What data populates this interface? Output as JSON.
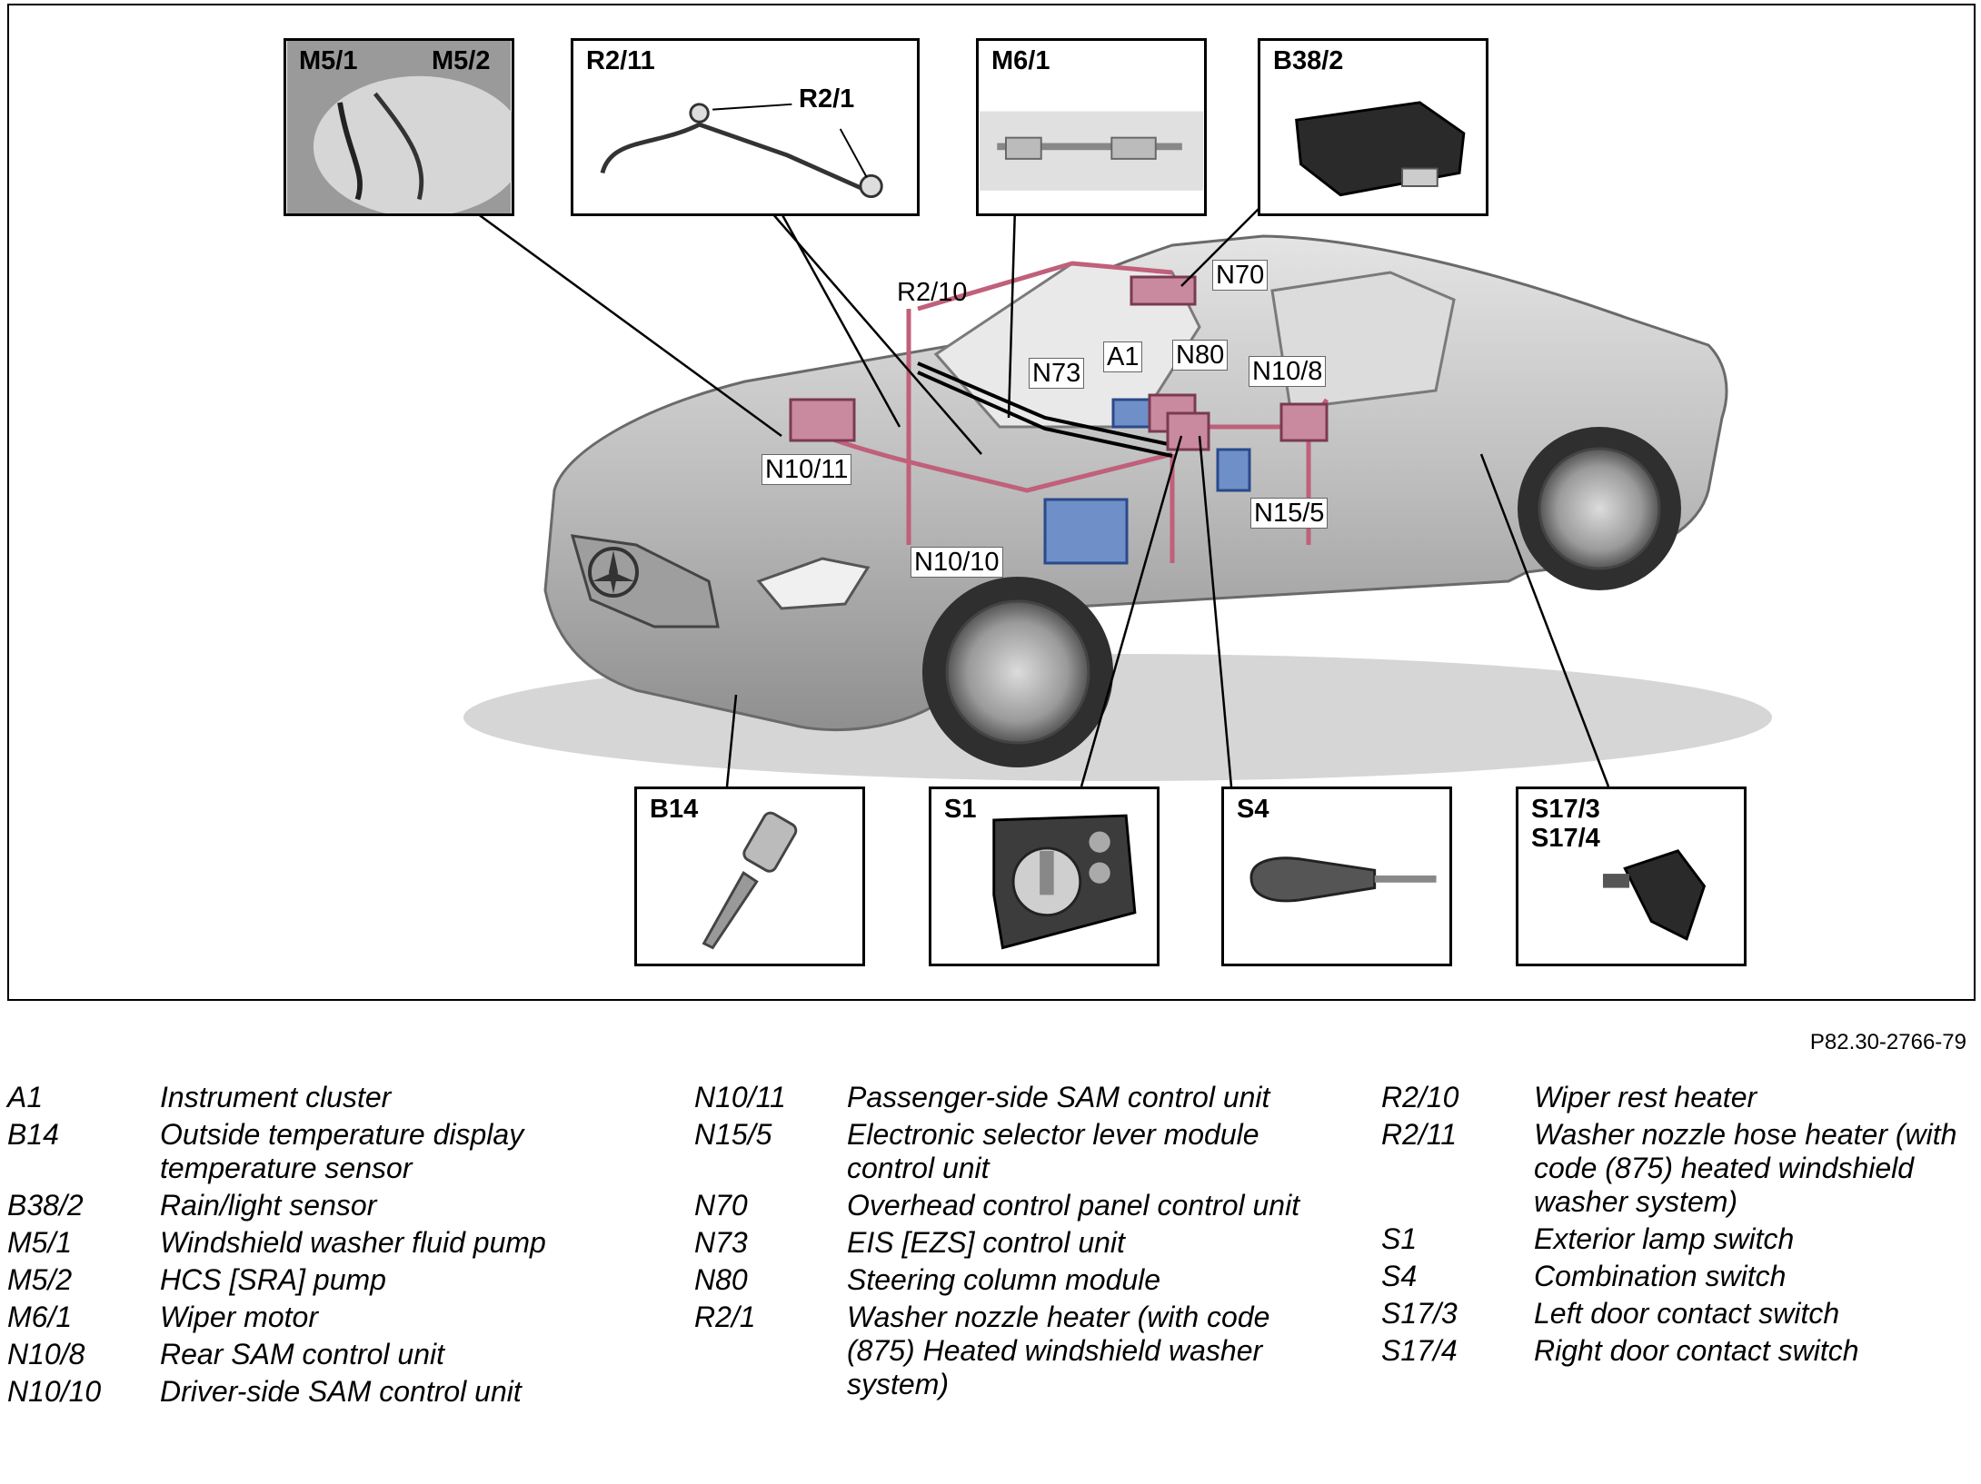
{
  "insets": {
    "m5": {
      "labels": [
        "M5/1",
        "M5/2"
      ]
    },
    "r2_11": {
      "label": "R2/11",
      "sub_label": "R2/1"
    },
    "m6_1": {
      "label": "M6/1"
    },
    "b38_2": {
      "label": "B38/2"
    },
    "b14": {
      "label": "B14"
    },
    "s1": {
      "label": "S1"
    },
    "s4": {
      "label": "S4"
    },
    "s17": {
      "label": "S17/3\nS17/4"
    }
  },
  "callouts": {
    "n70": "N70",
    "r2_10": "R2/10",
    "a1": "A1",
    "n80": "N80",
    "n73": "N73",
    "n10_8": "N10/8",
    "n10_11": "N10/11",
    "n15_5": "N15/5",
    "n10_10": "N10/10"
  },
  "reference_code": "P82.30-2766-79",
  "legend": {
    "col1": [
      {
        "code": "A1",
        "desc": "Instrument cluster"
      },
      {
        "code": "B14",
        "desc": "Outside temperature display temperature sensor"
      },
      {
        "code": "B38/2",
        "desc": "Rain/light sensor"
      },
      {
        "code": "M5/1",
        "desc": "Windshield washer fluid pump"
      },
      {
        "code": "M5/2",
        "desc": "HCS [SRA] pump"
      },
      {
        "code": "M6/1",
        "desc": "Wiper motor"
      },
      {
        "code": "N10/8",
        "desc": "Rear SAM control unit"
      },
      {
        "code": "N10/10",
        "desc": "Driver-side SAM control unit"
      }
    ],
    "col2": [
      {
        "code": "N10/11",
        "desc": "Passenger-side SAM control unit"
      },
      {
        "code": "N15/5",
        "desc": "Electronic selector lever module control unit"
      },
      {
        "code": "N70",
        "desc": "Overhead control panel control unit"
      },
      {
        "code": "N73",
        "desc": "EIS [EZS] control unit"
      },
      {
        "code": "N80",
        "desc": "Steering column module"
      },
      {
        "code": "R2/1",
        "desc": "Washer nozzle heater (with code (875) Heated windshield washer system)"
      }
    ],
    "col3": [
      {
        "code": "R2/10",
        "desc": "Wiper rest heater"
      },
      {
        "code": "R2/11",
        "desc": "Washer nozzle hose heater (with code (875) heated windshield washer system)"
      },
      {
        "code": "S1",
        "desc": "Exterior lamp switch"
      },
      {
        "code": "S4",
        "desc": "Combination switch"
      },
      {
        "code": "S17/3",
        "desc": "Left door contact switch"
      },
      {
        "code": "S17/4",
        "desc": "Right door contact switch"
      }
    ]
  },
  "colors": {
    "car_body": "#c9c9c9",
    "car_shadow": "#8a8a8a",
    "wiring": "#c0607a",
    "module_pink": "#c98aa0",
    "module_blue": "#6f8fc9",
    "line": "#000000"
  }
}
